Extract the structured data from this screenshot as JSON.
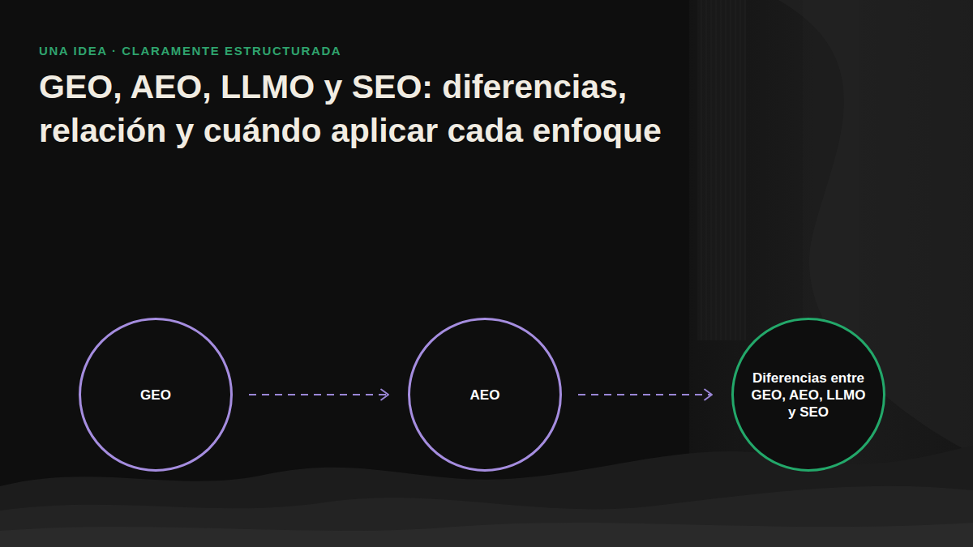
{
  "diagram": {
    "title": "GEO, AEO, LLMO y SEO: diferencias, relación y cuándo aplicar cada enfoque",
    "nodes": [
      {
        "text": [
          "GEO"
        ]
      },
      {
        "text": [
          "AEO"
        ]
      },
      {
        "text": [
          "Diferencias entre GEO, AEO, LLMO y SEO"
        ]
      }
    ],
    "edges": [
      {
        "from": 0,
        "to": 1,
        "arrow": "to"
      },
      {
        "from": 1,
        "to": 2,
        "arrow": "to"
      }
    ],
    "labels": [
      "UNA IDEA · CLARAMENTE ESTRUCTURADA"
    ]
  }
}
